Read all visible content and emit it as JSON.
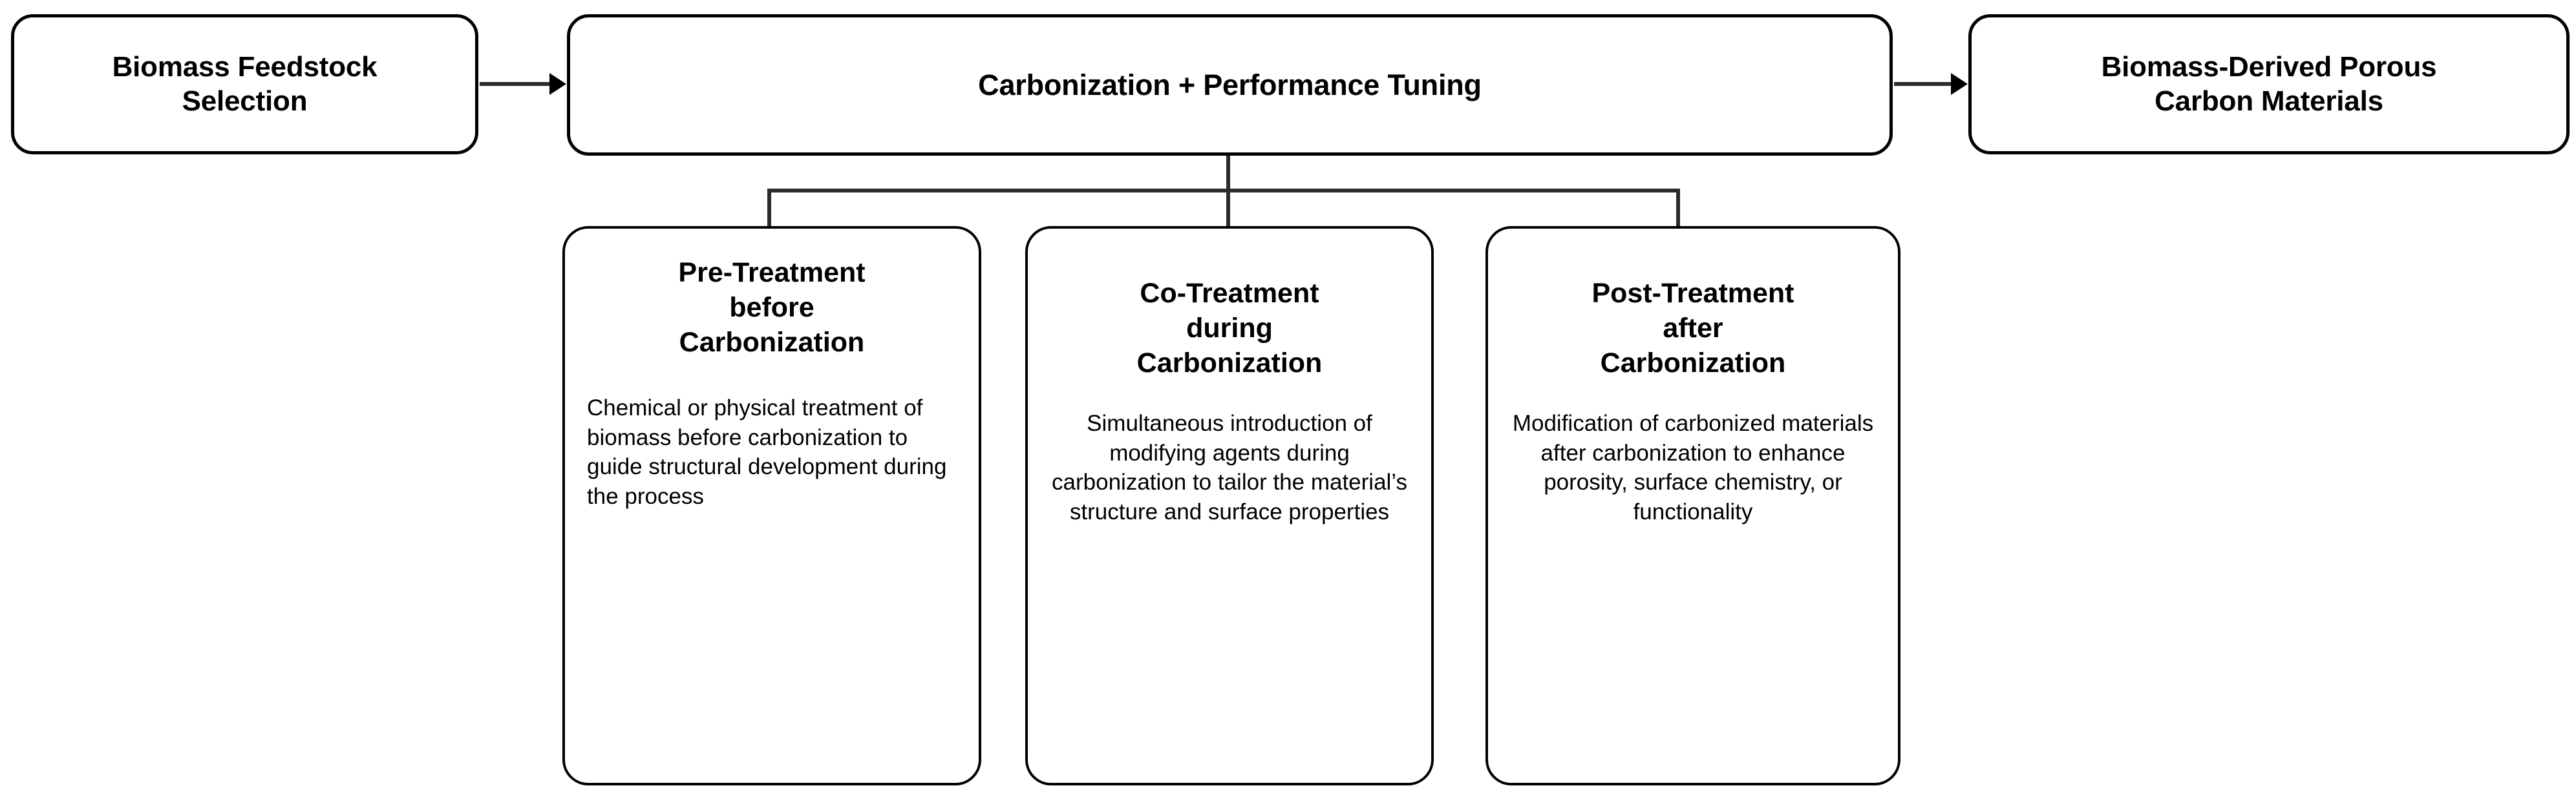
{
  "diagram": {
    "title_flow": "Biomass Feedstock Selection -> Carbonization + Performance Tuning -> Biomass-Derived Porous Carbon Materials",
    "colors": {
      "background": "#ffffff",
      "border": "#000000",
      "text": "#000000",
      "connector": "#2b2b2b"
    },
    "top_row": {
      "input_node": {
        "label": "Biomass Feedstock\nSelection",
        "line1": "Biomass Feedstock",
        "line2": "Selection"
      },
      "process_node": {
        "label": "Carbonization + Performance Tuning"
      },
      "output_node": {
        "label": "Biomass-Derived Porous\nCarbon Materials",
        "line1": "Biomass-Derived Porous",
        "line2": "Carbon Materials"
      }
    },
    "arrows": [
      {
        "name": "arrow-input-to-process",
        "from": "input_node",
        "to": "process_node",
        "direction": "right"
      },
      {
        "name": "arrow-process-to-output",
        "from": "process_node",
        "to": "output_node",
        "direction": "right"
      }
    ],
    "branches": [
      {
        "id": "pre-treatment",
        "title": "Pre-Treatment before Carbonization",
        "title_lines": [
          "Pre-Treatment",
          "before",
          "Carbonization"
        ],
        "body": "Chemical or physical treatment of biomass before carbonization to guide structural development during the process",
        "body_align": "left"
      },
      {
        "id": "co-treatment",
        "title": "Co-Treatment during Carbonization",
        "title_lines": [
          "Co-Treatment",
          "during",
          "Carbonization"
        ],
        "body": "Simultaneous introduction of modifying agents during carbonization to tailor the material’s structure and surface properties",
        "body_align": "center"
      },
      {
        "id": "post-treatment",
        "title": "Post-Treatment after Carbonization",
        "title_lines": [
          "Post-Treatment",
          "after",
          "Carbonization"
        ],
        "body": "Modification of carbonized materials after carbonization to enhance porosity, surface chemistry, or functionality",
        "body_align": "center"
      }
    ]
  }
}
